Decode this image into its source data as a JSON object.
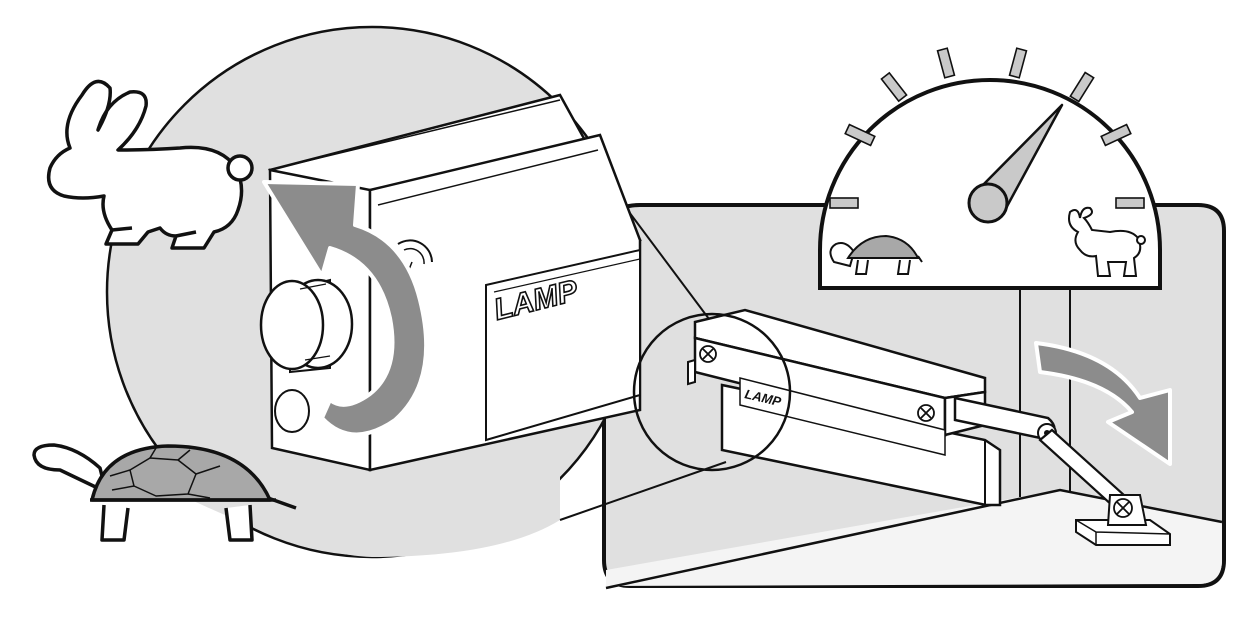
{
  "brand": {
    "zoom_label": "LAMP",
    "device_label": "LAMP"
  },
  "gauge": {
    "needle_level": 0.78,
    "slow_icon": "turtle-icon",
    "fast_icon": "rabbit-icon"
  },
  "icons": {
    "speed_fast": "rabbit-icon",
    "speed_slow": "turtle-icon",
    "adjust_arrow": "curved-rotate-arrow-icon",
    "motion_arrow": "curved-down-arrow-icon"
  },
  "colors": {
    "background": "#ffffff",
    "line": "#111111",
    "panel": "#e0e0e0",
    "arrow": "#8c8c8c",
    "dial": "#c9c9c9",
    "shell": "#a8a8a8"
  }
}
